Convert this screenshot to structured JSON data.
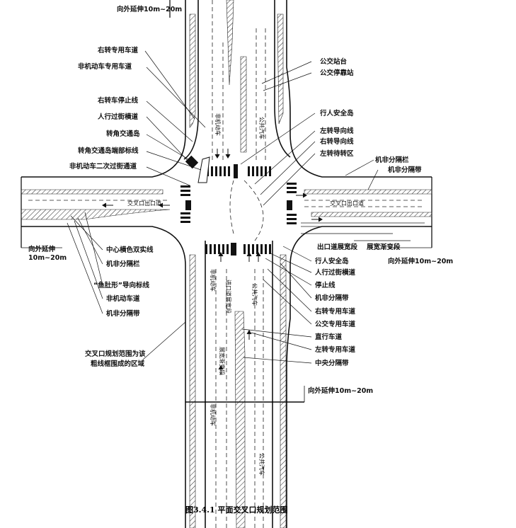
{
  "diagram": {
    "caption": "图3.4.1  平面交叉口规划范围",
    "labels": {
      "top_extension": "向外延伸10m~20m",
      "right_turn_lane": "右转专用车道",
      "nonmotor_lane": "非机动车专用车道",
      "right_turn_stop_line": "右转车停止线",
      "crosswalk_left": "人行过街横道",
      "corner_island": "转角交通岛",
      "corner_island_end": "转角交通岛端部标线",
      "nonmotor_secondary": "非机动车二次过街通道",
      "bus_platform": "公交站台",
      "bus_bay": "公交停靠站",
      "ped_island_top": "行人安全岛",
      "left_guide": "左转导向线",
      "right_guide": "右转导向线",
      "left_wait": "左转待转区",
      "mn_fence_right": "机非分隔栏",
      "mn_belt_right": "机非分隔带",
      "exit_widen": "出口道展宽段",
      "widen_taper": "展宽渐变段",
      "right_extension": "向外延伸10m~20m",
      "left_extension_1": "向外延伸",
      "left_extension_2": "10m~20m",
      "center_double_yellow": "中心横色双实线",
      "mn_fence_left": "机非分隔栏",
      "fishbelly": "“鱼肚形”导向标线",
      "nonmotor_road": "非机动车道",
      "mn_belt_left": "机非分隔带",
      "scope_1": "交叉口规划范围为该",
      "scope_2": "粗线框围成的区域",
      "ped_island_bottom": "行人安全岛",
      "crosswalk_right": "人行过街横道",
      "stop_line": "停止线",
      "mn_belt_b": "机非分隔带",
      "right_only_b": "右转专用车道",
      "bus_only_b": "公交专用车道",
      "through_lane": "直行车道",
      "left_only_b": "左转专用车道",
      "central_median": "中央分隔带",
      "bottom_extension": "向外延伸10m~20m",
      "entry_widen": "进口道展宽段",
      "taper_vertical": "展宽渐变段",
      "exit_road_label_1": "交叉口出口道",
      "exit_road_label_2": "交叉口出口道",
      "bus_vert_top": "公共汽车",
      "bus_vert_bottom": "公共汽车",
      "bus_vert_mid": "公共汽车",
      "nonmotor_vert_top": "非机动车",
      "nonmotor_vert_mid": "非机动车",
      "nonmotor_vert_bottom": "非机动车"
    }
  }
}
